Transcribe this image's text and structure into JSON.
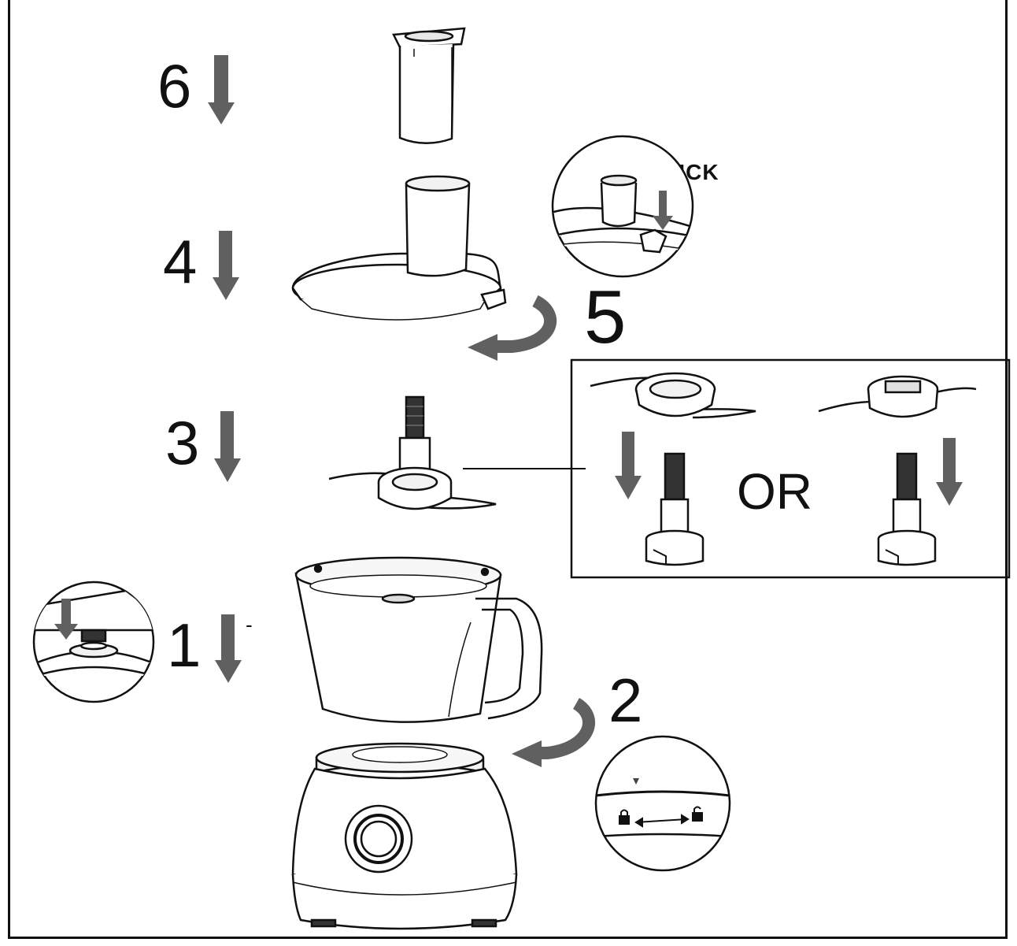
{
  "diagram": {
    "steps": [
      {
        "number": "6"
      },
      {
        "number": "4"
      },
      {
        "number": "5"
      },
      {
        "number": "3"
      },
      {
        "number": "1"
      },
      {
        "number": "2"
      }
    ],
    "click_label": "CLICK",
    "or_label": "OR",
    "minor_mark": "-"
  },
  "colors": {
    "arrow": "#606060",
    "line": "#111111",
    "fill_light": "#f2f2f2"
  }
}
